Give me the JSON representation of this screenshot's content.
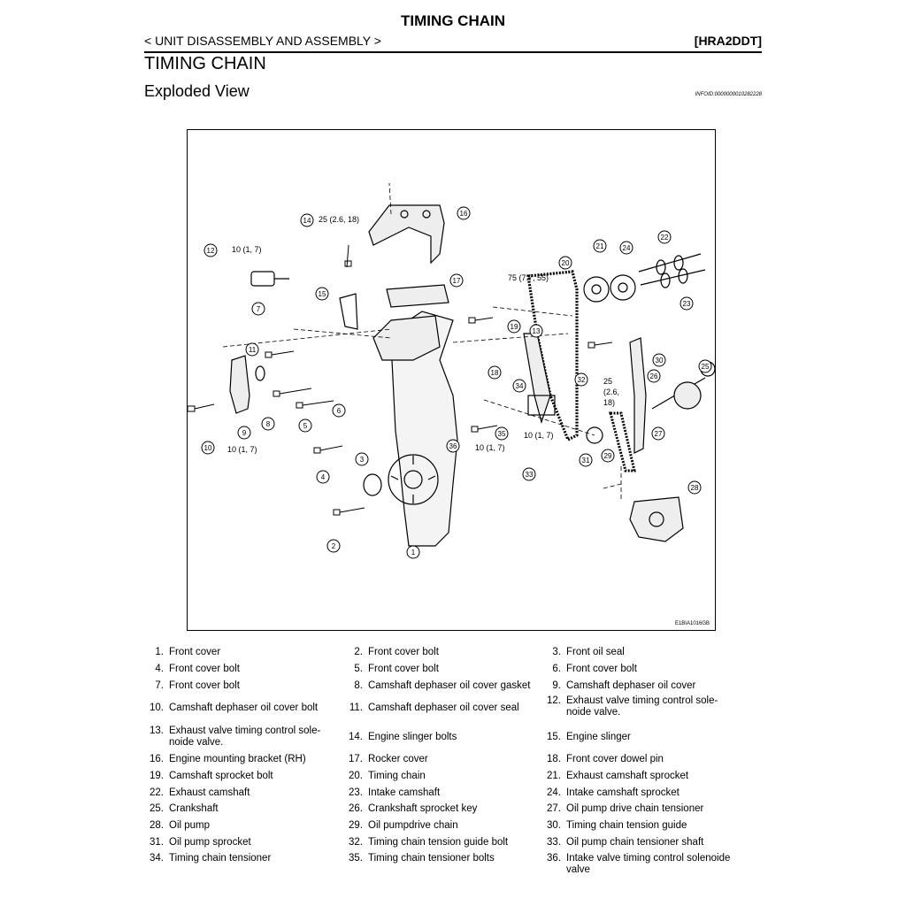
{
  "header": {
    "doc_title": "TIMING CHAIN",
    "section": "< UNIT DISASSEMBLY AND ASSEMBLY >",
    "engine_code": "[HRA2DDT]",
    "page_heading": "TIMING CHAIN",
    "sub_heading": "Exploded View",
    "info_id": "INFOID:0000000010282228"
  },
  "figure": {
    "figure_id": "E1BIA1016GB",
    "torque_specs": [
      "25 (2.6, 18)",
      "10 (1, 7)",
      "75 (7.7, 55)",
      "25",
      "(2.6,",
      "18)",
      "10 (1, 7)",
      "10 (1, 7)",
      "10 (1, 7)"
    ],
    "callouts": [
      "1",
      "2",
      "3",
      "4",
      "5",
      "6",
      "7",
      "8",
      "9",
      "10",
      "11",
      "12",
      "13",
      "14",
      "15",
      "16",
      "17",
      "18",
      "19",
      "20",
      "21",
      "22",
      "23",
      "24",
      "25",
      "26",
      "27",
      "28",
      "29",
      "30",
      "31",
      "32",
      "33",
      "34",
      "35",
      "36"
    ]
  },
  "legend": [
    {
      "num": "1.",
      "name": "Front cover"
    },
    {
      "num": "2.",
      "name": "Front cover bolt"
    },
    {
      "num": "3.",
      "name": "Front oil seal"
    },
    {
      "num": "4.",
      "name": "Front cover bolt"
    },
    {
      "num": "5.",
      "name": "Front cover bolt"
    },
    {
      "num": "6.",
      "name": "Front cover bolt"
    },
    {
      "num": "7.",
      "name": "Front cover bolt"
    },
    {
      "num": "8.",
      "name": "Camshaft dephaser oil cover gasket"
    },
    {
      "num": "9.",
      "name": "Camshaft dephaser oil cover"
    },
    {
      "num": "10.",
      "name": "Camshaft dephaser oil cover bolt"
    },
    {
      "num": "11.",
      "name": "Camshaft dephaser oil cover seal"
    },
    {
      "num": "12.",
      "name": "Exhaust valve timing control sole-noide valve."
    },
    {
      "num": "13.",
      "name": "Exhaust valve timing control sole-noide valve."
    },
    {
      "num": "14.",
      "name": "Engine slinger bolts"
    },
    {
      "num": "15.",
      "name": "Engine slinger"
    },
    {
      "num": "16.",
      "name": "Engine mounting bracket (RH)"
    },
    {
      "num": "17.",
      "name": "Rocker cover"
    },
    {
      "num": "18.",
      "name": "Front cover dowel pin"
    },
    {
      "num": "19.",
      "name": "Camshaft sprocket bolt"
    },
    {
      "num": "20.",
      "name": "Timing chain"
    },
    {
      "num": "21.",
      "name": "Exhaust camshaft sprocket"
    },
    {
      "num": "22.",
      "name": "Exhaust camshaft"
    },
    {
      "num": "23.",
      "name": "Intake camshaft"
    },
    {
      "num": "24.",
      "name": "Intake camshaft sprocket"
    },
    {
      "num": "25.",
      "name": "Crankshaft"
    },
    {
      "num": "26.",
      "name": "Crankshaft sprocket key"
    },
    {
      "num": "27.",
      "name": "Oil pump drive chain tensioner"
    },
    {
      "num": "28.",
      "name": "Oil pump"
    },
    {
      "num": "29.",
      "name": "Oil pumpdrive chain"
    },
    {
      "num": "30.",
      "name": "Timing chain tension guide"
    },
    {
      "num": "31.",
      "name": "Oil pump sprocket"
    },
    {
      "num": "32.",
      "name": "Timing chain tension guide bolt"
    },
    {
      "num": "33.",
      "name": "Oil pump chain tensioner shaft"
    },
    {
      "num": "34.",
      "name": "Timing chain tensioner"
    },
    {
      "num": "35.",
      "name": "Timing chain tensioner bolts"
    },
    {
      "num": "36.",
      "name": "Intake valve timing control solenoide valve"
    }
  ]
}
